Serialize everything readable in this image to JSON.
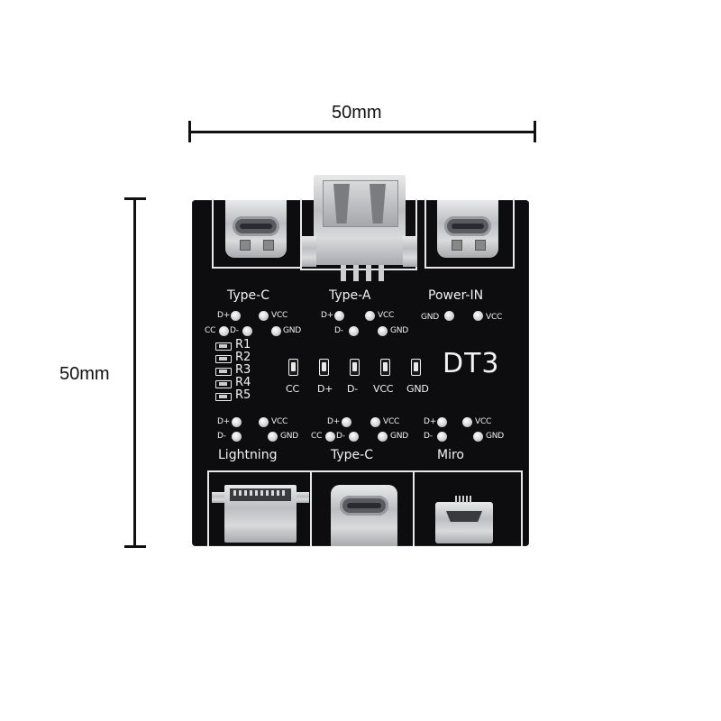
{
  "dimensions": {
    "width_label": "50mm",
    "height_label": "50mm"
  },
  "board": {
    "model": "DT3"
  },
  "top_labels": {
    "type_c": "Type-C",
    "type_a": "Type-A",
    "power_in": "Power-IN"
  },
  "top_pins": {
    "type_c": {
      "dp": "D+",
      "vcc": "VCC",
      "cc": "CC",
      "dm": "D-",
      "gnd": "GND"
    },
    "type_a": {
      "dp": "D+",
      "vcc": "VCC",
      "dm": "D-",
      "gnd": "GND"
    },
    "power_in": {
      "gnd": "GND",
      "vcc": "VCC"
    }
  },
  "resistors": [
    "R1",
    "R2",
    "R3",
    "R4",
    "R5"
  ],
  "leds": [
    "CC",
    "D+",
    "D-",
    "VCC",
    "GND"
  ],
  "bottom_pins": {
    "lightning": {
      "dp": "D+",
      "vcc": "VCC",
      "dm": "D-",
      "gnd": "GND"
    },
    "type_c": {
      "dp": "D+",
      "vcc": "VCC",
      "cc": "CC",
      "dm": "D-",
      "gnd": "GND"
    },
    "miro": {
      "dp": "D+",
      "vcc": "VCC",
      "dm": "D-",
      "gnd": "GND"
    }
  },
  "bottom_labels": {
    "lightning": "Lightning",
    "type_c": "Type-C",
    "miro": "Miro"
  },
  "colors": {
    "pcb": "#0d0d0f",
    "silkscreen": "#f2f2f2",
    "metal": "#c8c9cc"
  }
}
